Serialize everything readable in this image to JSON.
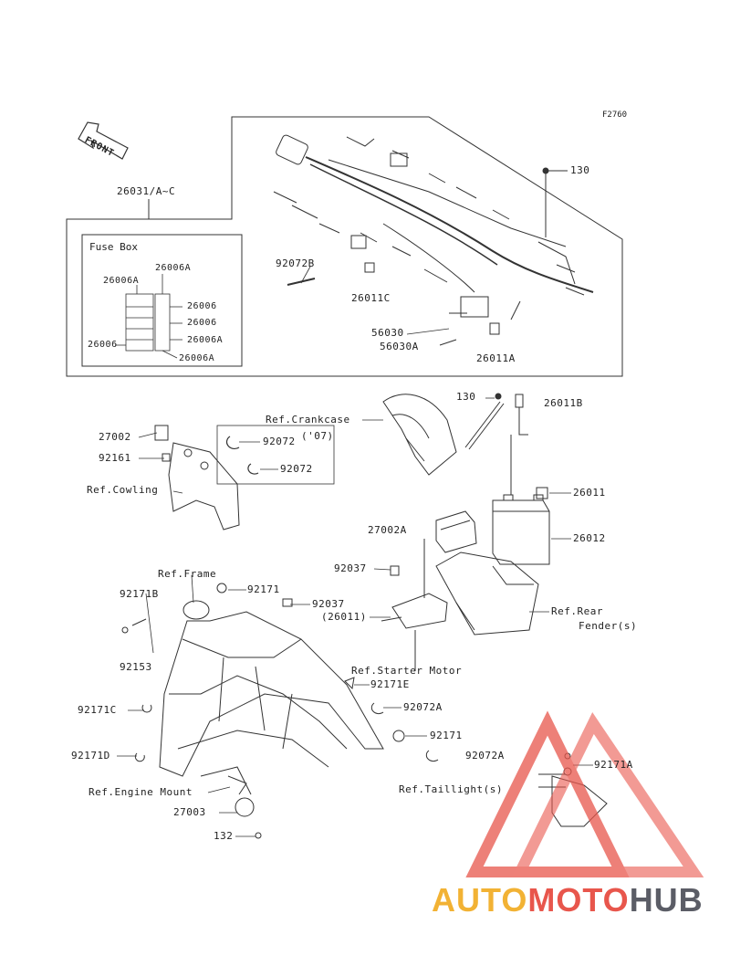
{
  "figure_code": "F2760",
  "front_arrow_text": "FRONT",
  "fuse_box": {
    "title": "Fuse Box",
    "labels": [
      "26006A",
      "26006A",
      "26006",
      "26006",
      "26006A",
      "26006",
      "26006A"
    ]
  },
  "labels": {
    "l_26031": "26031/A~C",
    "l_130a": "130",
    "l_92072b": "92072B",
    "l_26011c": "26011C",
    "l_56030": "56030",
    "l_56030a": "56030A",
    "l_26011a": "26011A",
    "l_130b": "130",
    "l_26011b": "26011B",
    "l_crankcase": "Ref.Crankcase",
    "l_07": "('07)",
    "l_27002": "27002",
    "l_92161": "92161",
    "l_92072_1": "92072",
    "l_92072_2": "92072",
    "l_cowling": "Ref.Cowling",
    "l_26011": "26011",
    "l_27002a": "27002A",
    "l_26012": "26012",
    "l_92037a": "92037",
    "l_frame": "Ref.Frame",
    "l_92171_1": "92171",
    "l_92171b": "92171B",
    "l_92037b": "92037",
    "l_rear_fender_1": "Ref.Rear",
    "l_rear_fender_2": "Fender(s)",
    "l_26011p": "(26011)",
    "l_92153": "92153",
    "l_starter": "Ref.Starter Motor",
    "l_92171e": "92171E",
    "l_92171c": "92171C",
    "l_92072a_1": "92072A",
    "l_92171_2": "92171",
    "l_92171d": "92171D",
    "l_92072a_2": "92072A",
    "l_92171a": "92171A",
    "l_engine_mount": "Ref.Engine Mount",
    "l_taillight": "Ref.Taillight(s)",
    "l_27003": "27003",
    "l_132": "132"
  },
  "watermark": {
    "part1": "AUTO",
    "part2": "MOTO",
    "part3": "HUB"
  },
  "colors": {
    "line": "#333333",
    "wm_orange": "#f2b234",
    "wm_red": "#e8564c",
    "wm_gray": "#5b5d66"
  }
}
